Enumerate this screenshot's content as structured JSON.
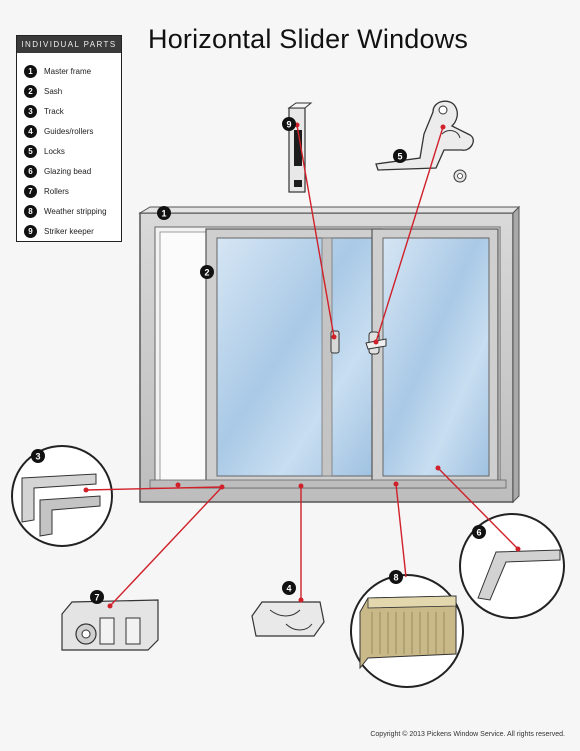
{
  "title": "Horizontal Slider Windows",
  "legend": {
    "heading": "INDIVIDUAL PARTS",
    "items": [
      {
        "number": "1",
        "label": "Master frame"
      },
      {
        "number": "2",
        "label": "Sash"
      },
      {
        "number": "3",
        "label": "Track"
      },
      {
        "number": "4",
        "label": "Guides/rollers"
      },
      {
        "number": "5",
        "label": "Locks"
      },
      {
        "number": "6",
        "label": "Glazing bead"
      },
      {
        "number": "7",
        "label": "Rollers"
      },
      {
        "number": "8",
        "label": "Weather stripping"
      },
      {
        "number": "9",
        "label": "Striker keeper"
      }
    ]
  },
  "callouts": [
    "1",
    "2",
    "3",
    "4",
    "5",
    "6",
    "7",
    "8",
    "9"
  ],
  "copyright": "Copyright © 2013 Pickens Window Service. All rights reserved.",
  "colors": {
    "leader_line": "#d0202a",
    "frame": "#c9c9c9",
    "glass": "#b9d3ea",
    "badge": "#111111"
  }
}
